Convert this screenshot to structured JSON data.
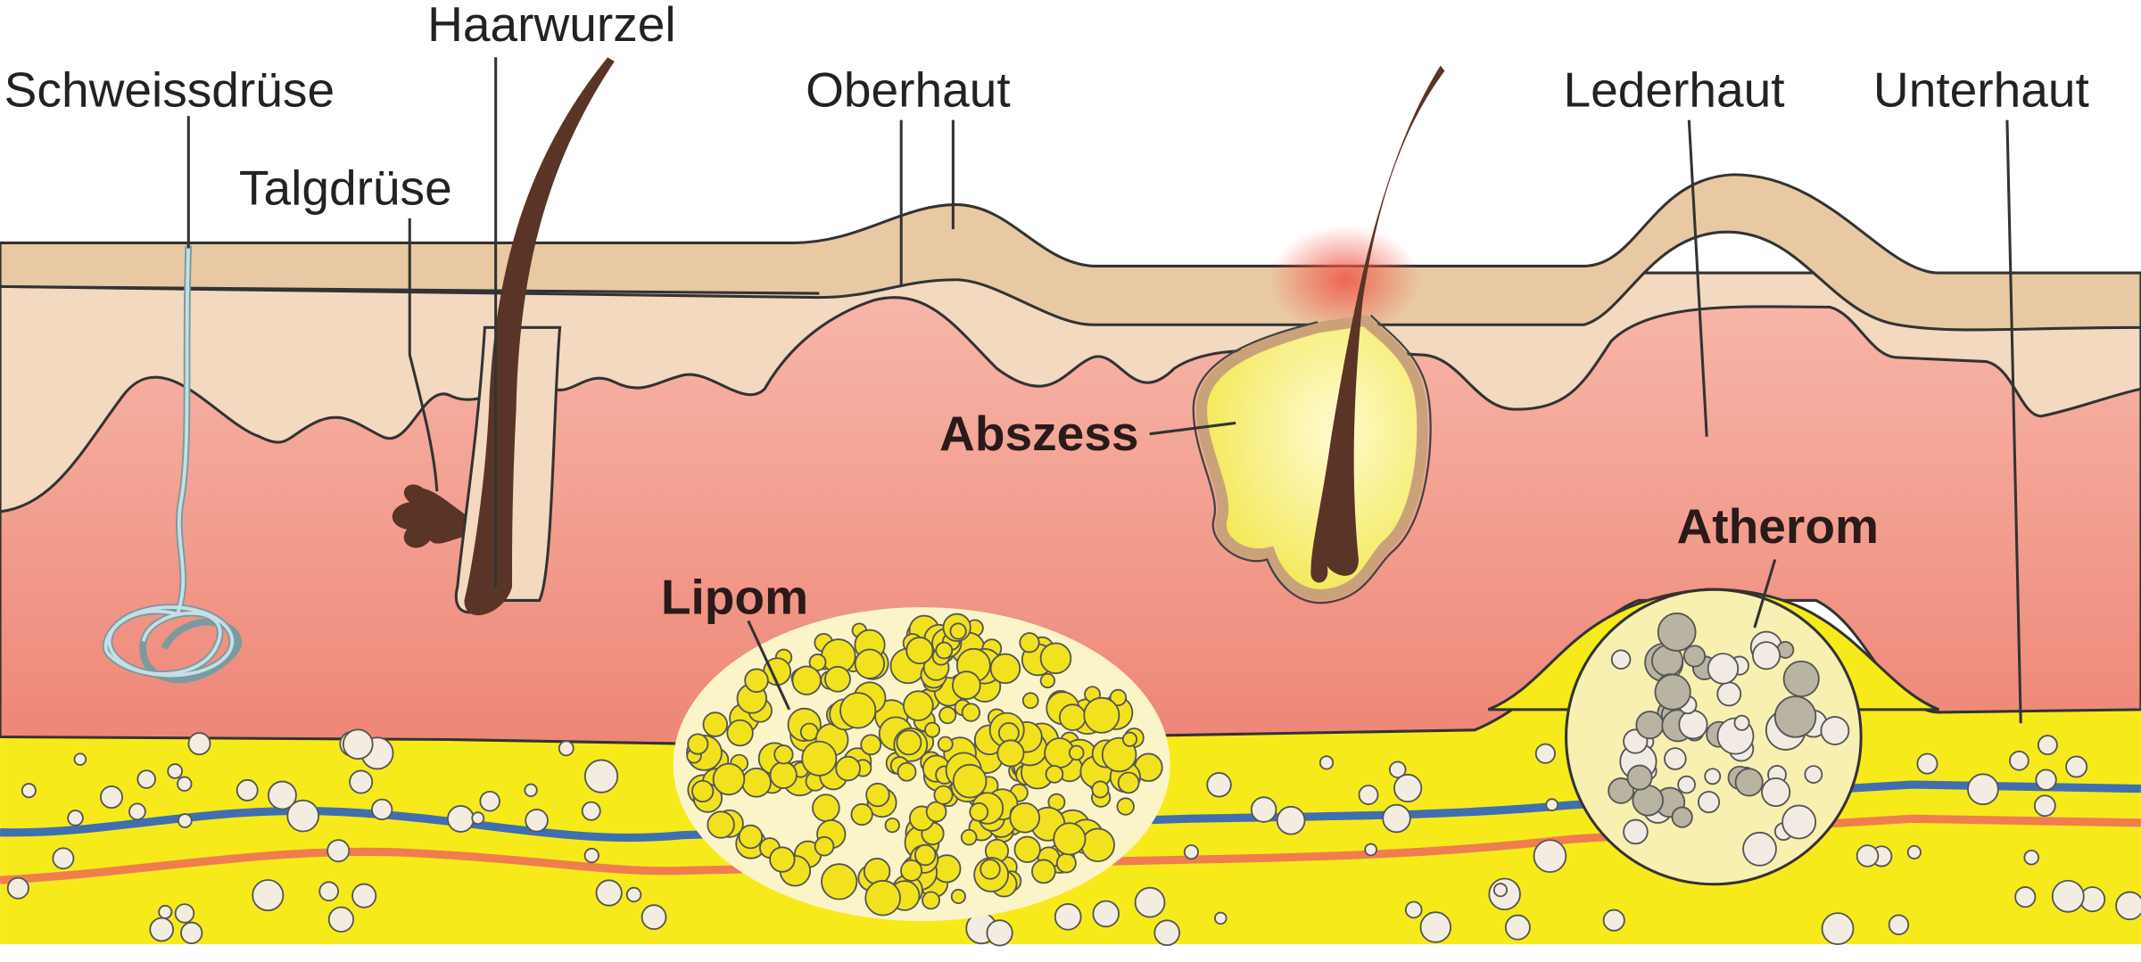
{
  "labels": {
    "schweissdruese": "Schweissdrüse",
    "haarwurzel": "Haarwurzel",
    "talgdruese": "Talgdrüse",
    "oberhaut": "Oberhaut",
    "lederhaut": "Lederhaut",
    "unterhaut": "Unterhaut",
    "abszess": "Abszess",
    "lipom": "Lipom",
    "atherom": "Atherom"
  },
  "colors": {
    "epidermis": "#e8c9a3",
    "papillary": "#f2d9c0",
    "dermis_top": "#f6b3a6",
    "dermis_bottom": "#ef8a7a",
    "subcutis": "#f7ea1a",
    "fat_cell": "#f3ece0",
    "lipom_cell": "#f2e21e",
    "hair": "#5a3426",
    "vein": "#3f6fb0",
    "artery": "#ef7d50",
    "sweat_gland": "#a9c9cf"
  }
}
